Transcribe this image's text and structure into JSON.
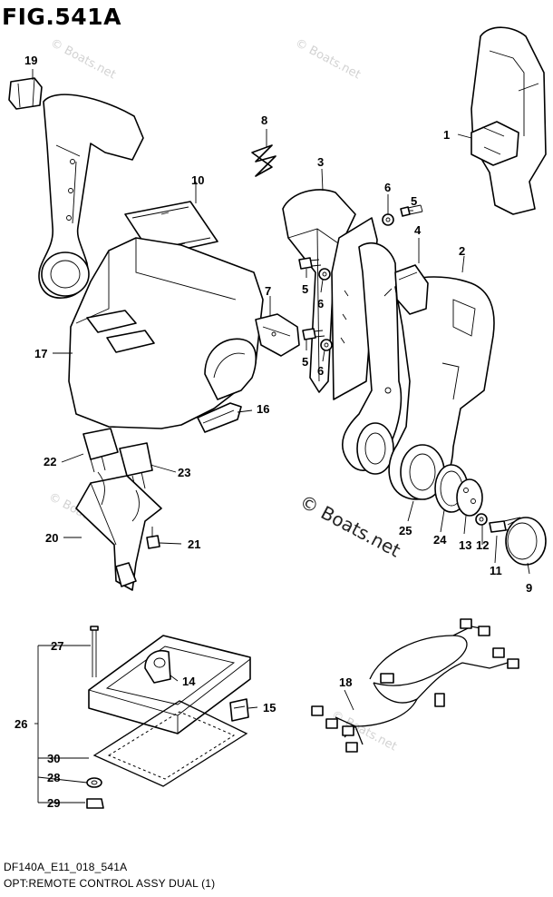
{
  "figure_title": "FIG.541A",
  "footer": {
    "code": "DF140A_E11_018_541A",
    "caption": "OPT:REMOTE CONTROL ASSY DUAL (1)"
  },
  "watermark": "© Boats.net",
  "callouts": [
    "1",
    "2",
    "3",
    "4",
    "5",
    "5",
    "6",
    "6",
    "6",
    "5",
    "7",
    "8",
    "9",
    "10",
    "11",
    "12",
    "13",
    "14",
    "15",
    "16",
    "17",
    "18",
    "19",
    "20",
    "21",
    "22",
    "23",
    "24",
    "25",
    "26",
    "27",
    "28",
    "29",
    "30"
  ]
}
